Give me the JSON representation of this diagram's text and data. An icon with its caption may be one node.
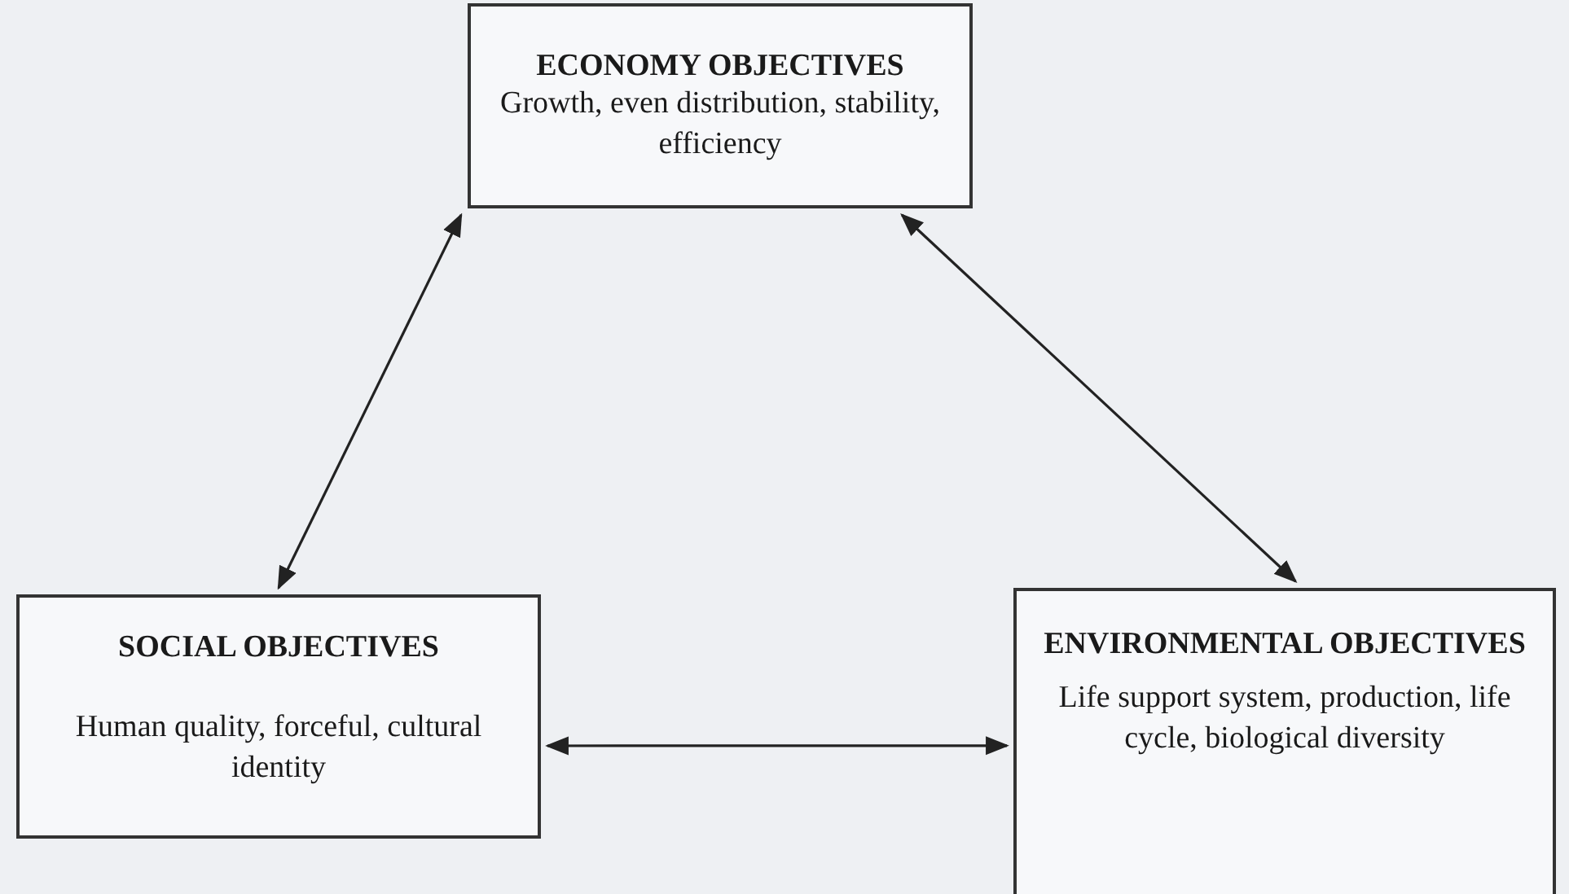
{
  "diagram": {
    "nodes": [
      {
        "text": [
          "ECONOMY OBJECTIVES",
          "Growth, even distribution, stability, efficiency"
        ]
      },
      {
        "text": [
          "SOCIAL OBJECTIVES",
          "Human quality, forceful, cultural identity"
        ]
      },
      {
        "text": [
          "ENVIRONMENTAL OBJECTIVES",
          "Life support system, production, life cycle, biological diversity"
        ]
      }
    ],
    "edges": [
      {
        "from": 0,
        "to": 1,
        "arrow": "both"
      },
      {
        "from": 0,
        "to": 2,
        "arrow": "both"
      },
      {
        "from": 1,
        "to": 2,
        "arrow": "both"
      }
    ]
  }
}
